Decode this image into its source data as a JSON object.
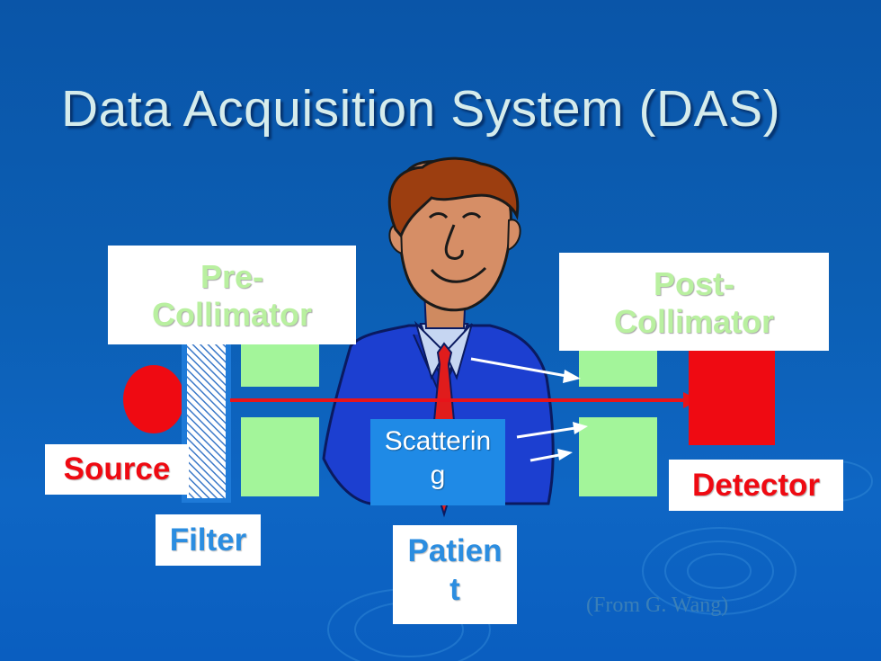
{
  "slide": {
    "title": "Data Acquisition System (DAS)",
    "labels": {
      "pre_collimator": "Pre-\nCollimator",
      "post_collimator": "Post-\nCollimator",
      "source": "Source",
      "filter": "Filter",
      "detector": "Detector",
      "scattering": "Scatterin\ng",
      "patient": "Patien\nt"
    },
    "credit": "(From G. Wang)"
  },
  "colors": {
    "background": "#0c5fb4",
    "title": "#d6ecec",
    "collimator_green": "#a3f59a",
    "source_red": "#ef0a12",
    "beam_red": "#e8141a",
    "label_green": "#b9f0a0",
    "label_blue": "#2b8de0",
    "scatter_box": "#1f8ae6"
  }
}
